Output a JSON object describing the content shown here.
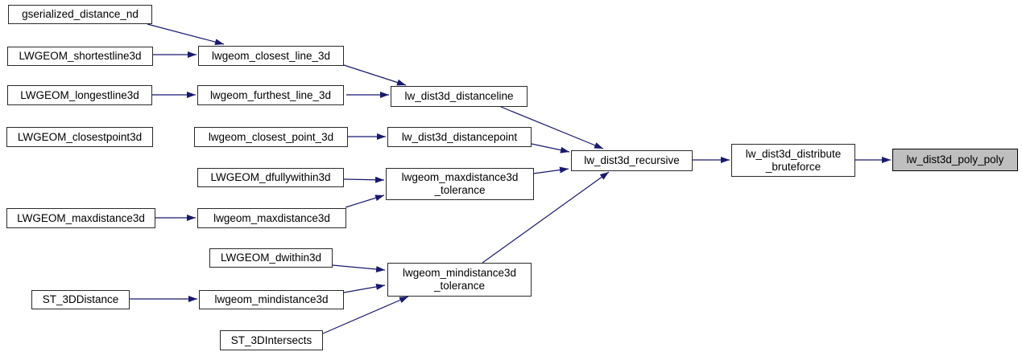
{
  "diagram": {
    "type": "call-graph",
    "highlighted_node": "lw_dist3d_poly_poly",
    "colors": {
      "edge": "#191970",
      "node_fill": "#ffffff",
      "node_border": "#2a2a2a",
      "highlight_fill": "#bfbfbf",
      "highlight_border": "#000000",
      "text": "#000000",
      "background": "#ffffff"
    }
  },
  "nodes": [
    {
      "id": "gserialized_distance_nd",
      "label": "gserialized_distance_nd"
    },
    {
      "id": "LWGEOM_shortestline3d",
      "label": "LWGEOM_shortestline3d"
    },
    {
      "id": "lwgeom_closest_line_3d",
      "label": "lwgeom_closest_line_3d"
    },
    {
      "id": "LWGEOM_longestline3d",
      "label": "LWGEOM_longestline3d"
    },
    {
      "id": "lwgeom_furthest_line_3d",
      "label": "lwgeom_furthest_line_3d"
    },
    {
      "id": "lw_dist3d_distanceline",
      "label": "lw_dist3d_distanceline"
    },
    {
      "id": "LWGEOM_closestpoint3d",
      "label": "LWGEOM_closestpoint3d"
    },
    {
      "id": "lwgeom_closest_point_3d",
      "label": "lwgeom_closest_point_3d"
    },
    {
      "id": "lw_dist3d_distancepoint",
      "label": "lw_dist3d_distancepoint"
    },
    {
      "id": "LWGEOM_dfullywithin3d",
      "label": "LWGEOM_dfullywithin3d"
    },
    {
      "id": "lwgeom_maxdistance3d_tolerance",
      "label": "lwgeom_maxdistance3d\n_tolerance"
    },
    {
      "id": "LWGEOM_maxdistance3d",
      "label": "LWGEOM_maxdistance3d"
    },
    {
      "id": "lwgeom_maxdistance3d",
      "label": "lwgeom_maxdistance3d"
    },
    {
      "id": "lw_dist3d_recursive",
      "label": "lw_dist3d_recursive"
    },
    {
      "id": "lw_dist3d_distribute_bruteforce",
      "label": "lw_dist3d_distribute\n_bruteforce"
    },
    {
      "id": "lw_dist3d_poly_poly",
      "label": "lw_dist3d_poly_poly"
    },
    {
      "id": "LWGEOM_dwithin3d",
      "label": "LWGEOM_dwithin3d"
    },
    {
      "id": "ST_3DDistance",
      "label": "ST_3DDistance"
    },
    {
      "id": "lwgeom_mindistance3d",
      "label": "lwgeom_mindistance3d"
    },
    {
      "id": "lwgeom_mindistance3d_tolerance",
      "label": "lwgeom_mindistance3d\n_tolerance"
    },
    {
      "id": "ST_3DIntersects",
      "label": "ST_3DIntersects"
    }
  ],
  "edges": [
    {
      "from": "gserialized_distance_nd",
      "to": "lwgeom_closest_line_3d"
    },
    {
      "from": "LWGEOM_shortestline3d",
      "to": "lwgeom_closest_line_3d"
    },
    {
      "from": "LWGEOM_longestline3d",
      "to": "lwgeom_furthest_line_3d"
    },
    {
      "from": "lwgeom_closest_line_3d",
      "to": "lw_dist3d_distanceline"
    },
    {
      "from": "lwgeom_furthest_line_3d",
      "to": "lw_dist3d_distanceline"
    },
    {
      "from": "lwgeom_closest_point_3d",
      "to": "lw_dist3d_distancepoint"
    },
    {
      "from": "lw_dist3d_distanceline",
      "to": "lw_dist3d_recursive"
    },
    {
      "from": "lw_dist3d_distancepoint",
      "to": "lw_dist3d_recursive"
    },
    {
      "from": "LWGEOM_dfullywithin3d",
      "to": "lwgeom_maxdistance3d_tolerance"
    },
    {
      "from": "LWGEOM_maxdistance3d",
      "to": "lwgeom_maxdistance3d"
    },
    {
      "from": "lwgeom_maxdistance3d",
      "to": "lwgeom_maxdistance3d_tolerance"
    },
    {
      "from": "lwgeom_maxdistance3d_tolerance",
      "to": "lw_dist3d_recursive"
    },
    {
      "from": "LWGEOM_dwithin3d",
      "to": "lwgeom_mindistance3d_tolerance"
    },
    {
      "from": "lwgeom_mindistance3d",
      "to": "lwgeom_mindistance3d_tolerance"
    },
    {
      "from": "ST_3DDistance",
      "to": "lwgeom_mindistance3d"
    },
    {
      "from": "ST_3DIntersects",
      "to": "lwgeom_mindistance3d_tolerance"
    },
    {
      "from": "lwgeom_mindistance3d_tolerance",
      "to": "lw_dist3d_recursive"
    },
    {
      "from": "lw_dist3d_recursive",
      "to": "lw_dist3d_distribute_bruteforce"
    },
    {
      "from": "lw_dist3d_distribute_bruteforce",
      "to": "lw_dist3d_poly_poly"
    }
  ]
}
